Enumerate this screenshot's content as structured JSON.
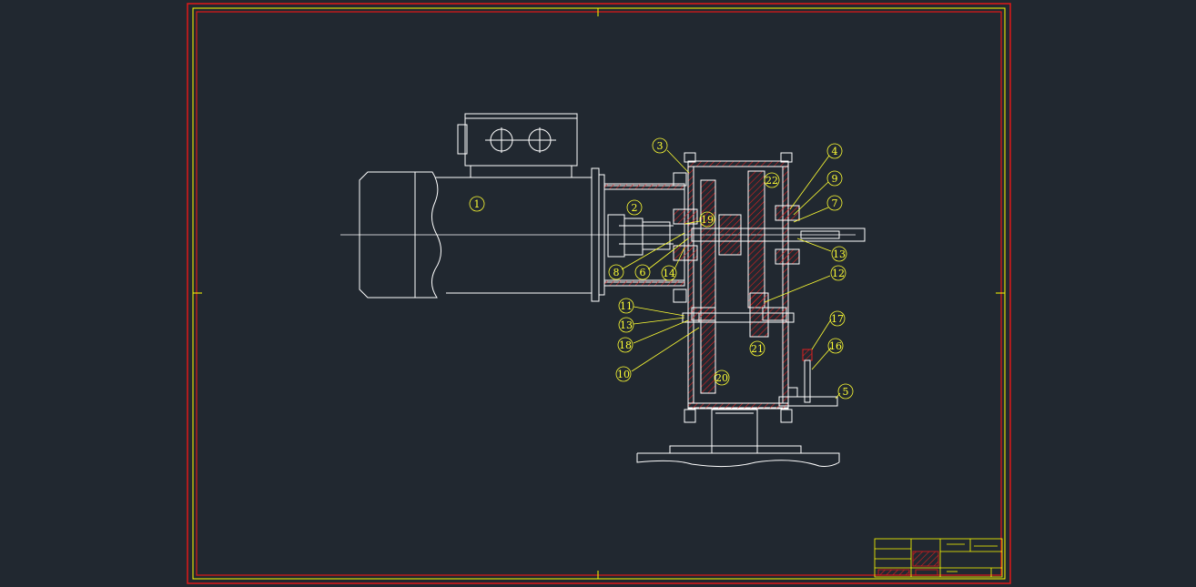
{
  "drawing": {
    "colors": {
      "background": "#212830",
      "frame": "#e01818",
      "inner_frame": "#ffff00",
      "outline": "#ffffff",
      "section_hatch": "#e02020",
      "balloon": "#ffff33",
      "title_block": "#ffff00"
    },
    "part_labels": [
      "1",
      "2",
      "3",
      "4",
      "9",
      "7",
      "22",
      "19",
      "8",
      "6",
      "14",
      "13",
      "12",
      "11",
      "13",
      "18",
      "10",
      "20",
      "21",
      "17",
      "16",
      "5"
    ]
  }
}
